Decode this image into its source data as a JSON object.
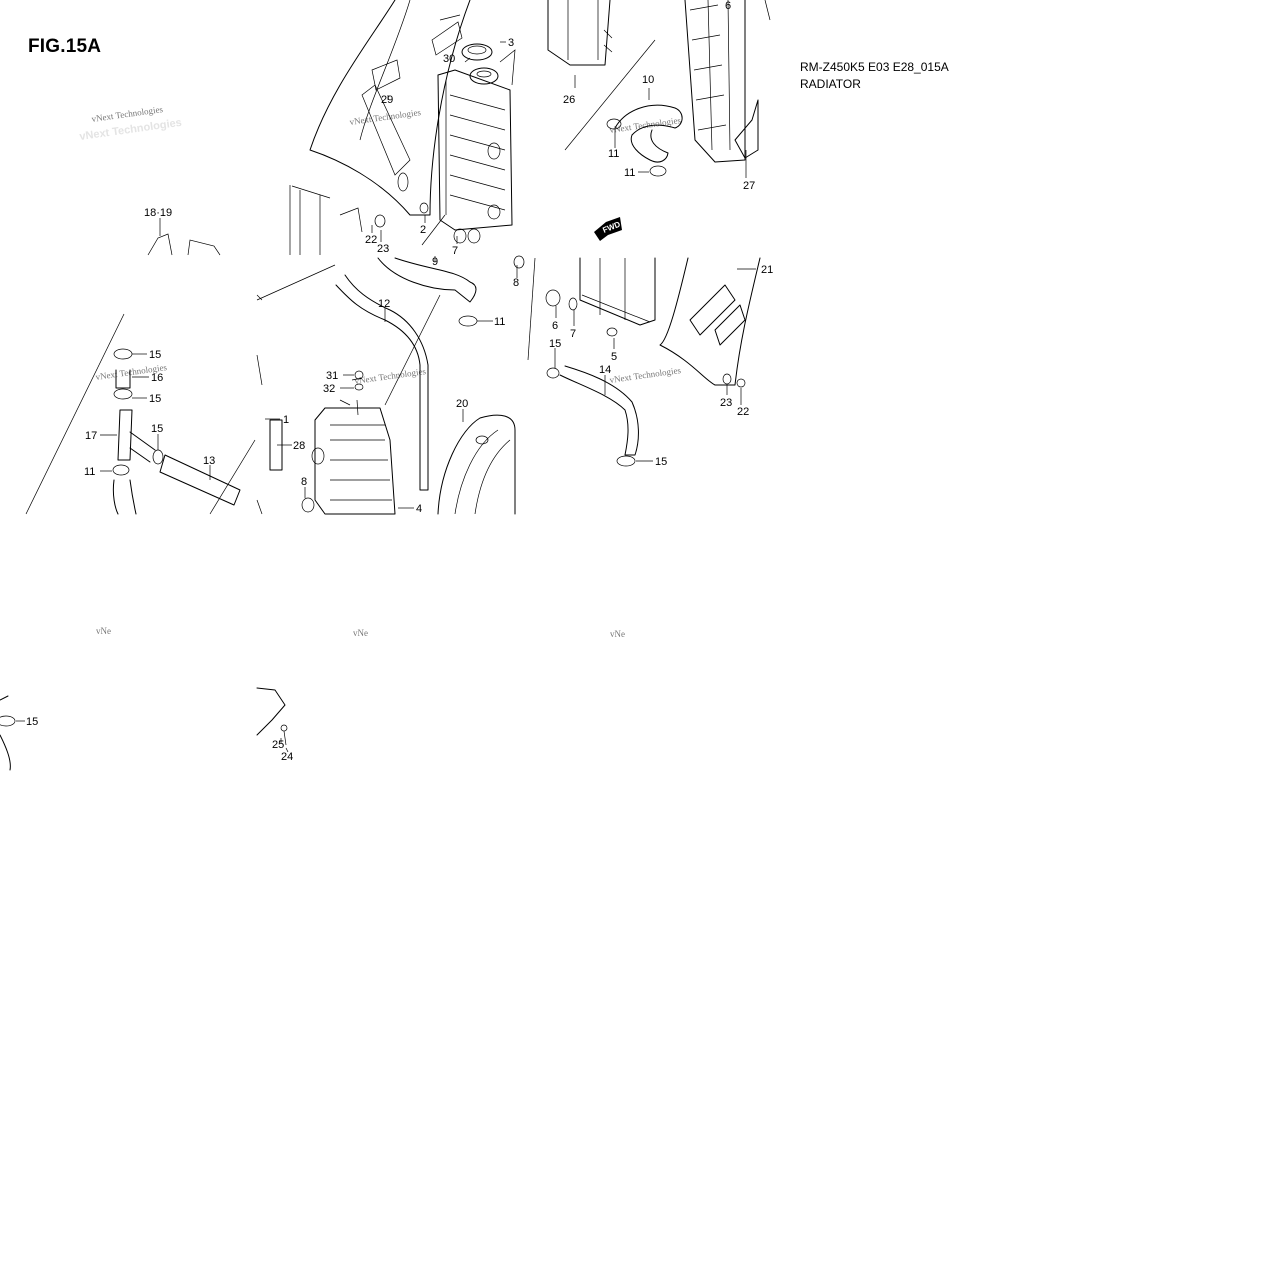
{
  "figure": {
    "title": "FIG.15A",
    "model_code": "RM-Z450K5 E03 E28_015A",
    "section_name": "RADIATOR"
  },
  "watermark_text": "vNext Technologies",
  "watermark_fragment": "vNe",
  "direction_marker": "FWD",
  "parts": [
    {
      "id": "p1",
      "label": "1"
    },
    {
      "id": "p2",
      "label": "2"
    },
    {
      "id": "p3",
      "label": "3"
    },
    {
      "id": "p4",
      "label": "4"
    },
    {
      "id": "p5",
      "label": "5"
    },
    {
      "id": "p6a",
      "label": "6"
    },
    {
      "id": "p6b",
      "label": "6"
    },
    {
      "id": "p7a",
      "label": "7"
    },
    {
      "id": "p7b",
      "label": "7"
    },
    {
      "id": "p8a",
      "label": "8"
    },
    {
      "id": "p8b",
      "label": "8"
    },
    {
      "id": "p9",
      "label": "9"
    },
    {
      "id": "p10",
      "label": "10"
    },
    {
      "id": "p11a",
      "label": "11"
    },
    {
      "id": "p11b",
      "label": "11"
    },
    {
      "id": "p11c",
      "label": "11"
    },
    {
      "id": "p11d",
      "label": "11"
    },
    {
      "id": "p12",
      "label": "12"
    },
    {
      "id": "p13",
      "label": "13"
    },
    {
      "id": "p14",
      "label": "14"
    },
    {
      "id": "p15a",
      "label": "15"
    },
    {
      "id": "p15b",
      "label": "15"
    },
    {
      "id": "p15c",
      "label": "15"
    },
    {
      "id": "p15d",
      "label": "15"
    },
    {
      "id": "p15e",
      "label": "15"
    },
    {
      "id": "p15f",
      "label": "15"
    },
    {
      "id": "p16",
      "label": "16"
    },
    {
      "id": "p17",
      "label": "17"
    },
    {
      "id": "p1819",
      "label": "18·19"
    },
    {
      "id": "p20",
      "label": "20"
    },
    {
      "id": "p21",
      "label": "21"
    },
    {
      "id": "p22a",
      "label": "22"
    },
    {
      "id": "p22b",
      "label": "22"
    },
    {
      "id": "p23a",
      "label": "23"
    },
    {
      "id": "p23b",
      "label": "23"
    },
    {
      "id": "p24",
      "label": "24"
    },
    {
      "id": "p25",
      "label": "25"
    },
    {
      "id": "p26",
      "label": "26"
    },
    {
      "id": "p27",
      "label": "27"
    },
    {
      "id": "p28",
      "label": "28"
    },
    {
      "id": "p29",
      "label": "29"
    },
    {
      "id": "p30",
      "label": "30"
    },
    {
      "id": "p31",
      "label": "31"
    },
    {
      "id": "p32",
      "label": "32"
    }
  ]
}
